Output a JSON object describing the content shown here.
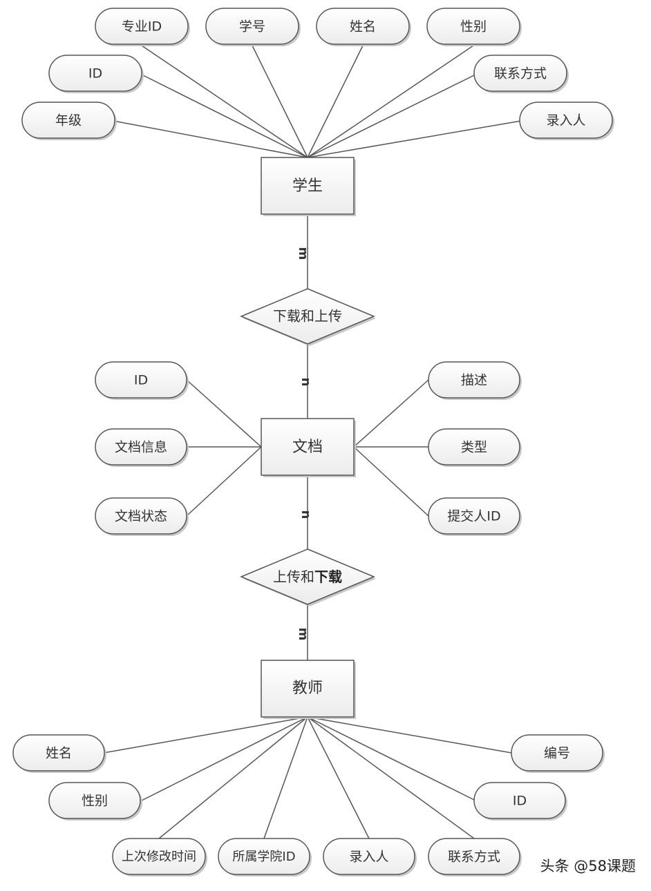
{
  "diagram": {
    "entities": {
      "student": "学生",
      "document": "文档",
      "teacher": "教师"
    },
    "relationships": {
      "student_document": "下载和上传",
      "document_teacher": {
        "normal": "上传和",
        "bold": "下载"
      }
    },
    "cardinalities": {
      "student_rel": "m",
      "rel_document_top": "n",
      "document_rel2": "n",
      "rel2_teacher": "m"
    },
    "student_attributes": {
      "major_id": "专业ID",
      "student_no": "学号",
      "name": "姓名",
      "gender": "性别",
      "id": "ID",
      "contact": "联系方式",
      "grade": "年级",
      "entered_by": "录入人"
    },
    "document_attributes": {
      "id": "ID",
      "info": "文档信息",
      "status": "文档状态",
      "description": "描述",
      "type": "类型",
      "submitter_id": "提交人ID"
    },
    "teacher_attributes": {
      "name": "姓名",
      "number": "编号",
      "gender": "性别",
      "id": "ID",
      "last_modified": "上次修改时间",
      "college_id": "所属学院ID",
      "entered_by": "录入人",
      "contact": "联系方式"
    },
    "colors": {
      "line": "#555555",
      "shape_fill": "#f7f7f7",
      "shape_stroke": "#555555",
      "shadow": "#c8c8c8",
      "text": "#333333"
    }
  },
  "watermark": "头条 @58课题"
}
